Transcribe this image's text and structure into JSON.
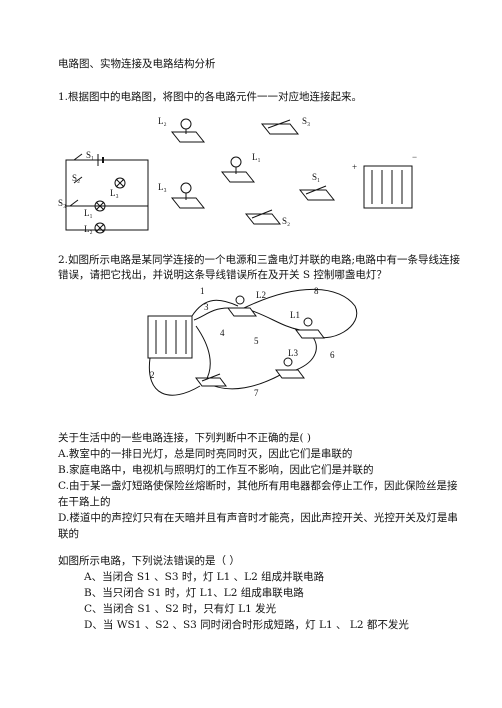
{
  "title": "电路图、实物连接及电路结构分析",
  "q1": {
    "text": "1.根据图中的电路图，将图中的各电路元件一一对应地连接起来。",
    "labels": {
      "L1": "L₁",
      "L2": "L₂",
      "L3": "L₃",
      "S1": "S₁",
      "S2": "S₂",
      "S3": "S₃",
      "plus": "+",
      "minus": "−"
    }
  },
  "q2": {
    "text_line1": "2.如图所示电路是某同学连接的一个电源和三盏电灯并联的电路;电路中有一条导线连接",
    "text_line2": "错误，请把它找出，并说明这条导线错误所在及开关 S 控制哪盏电灯？",
    "wire_numbers": [
      "1",
      "2",
      "3",
      "4",
      "5",
      "6",
      "7",
      "8"
    ],
    "lamp_labels": [
      "L2",
      "L1",
      "L3"
    ]
  },
  "q3": {
    "intro": "关于生活中的一些电路连接，下列判断中不正确的是(    )",
    "a": "A.教室中的一排日光灯，总是同时亮同时灭，因此它们是串联的",
    "b": "B.家庭电路中，电视机与照明灯的工作互不影响，因此它们是并联的",
    "c1": "C.由于某一盏灯短路使保险丝熔断时，其他所有用电器都会停止工作，因此保险丝是接",
    "c2": "在干路上的",
    "d1": "D.楼道中的声控灯只有在天暗并且有声音时才能亮，因此声控开关、光控开关及灯是串",
    "d2": "联的"
  },
  "q4": {
    "intro": "如图所示电路，下列说法错误的是（     ）",
    "a": "A、当闭合 S1 、S3 时，灯 L1 、L2 组成并联电路",
    "b": "B、当只闭合 S1 时，灯  L1、L2 组成串联电路",
    "c": "C、当闭合 S1 、S2 时，只有灯 L1 发光",
    "d": "D、当 WS1 、S2 、S3 同时闭合时形成短路，灯 L1 、  L2 都不发光"
  }
}
